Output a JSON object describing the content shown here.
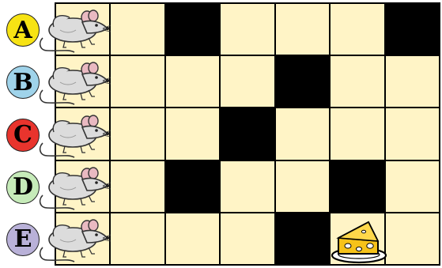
{
  "rows": [
    {
      "label": "A",
      "color": "#f7e314"
    },
    {
      "label": "B",
      "color": "#9fd3ea"
    },
    {
      "label": "C",
      "color": "#e8342d"
    },
    {
      "label": "D",
      "color": "#c6ebb9"
    },
    {
      "label": "E",
      "color": "#b9b1d8"
    }
  ],
  "grid": {
    "cols": 7,
    "rows": 5,
    "walls": [
      [
        0,
        2
      ],
      [
        0,
        6
      ],
      [
        1,
        4
      ],
      [
        2,
        3
      ],
      [
        3,
        2
      ],
      [
        3,
        5
      ],
      [
        4,
        4
      ]
    ],
    "mouse_column": 0,
    "cheese": [
      4,
      5
    ]
  },
  "colors": {
    "floor": "#fff4c6",
    "wall": "#000000",
    "cheese": "#f6c21a",
    "mouse": "#d9d9d9"
  },
  "icons": {
    "mouse": "mouse-icon",
    "cheese": "cheese-icon"
  }
}
